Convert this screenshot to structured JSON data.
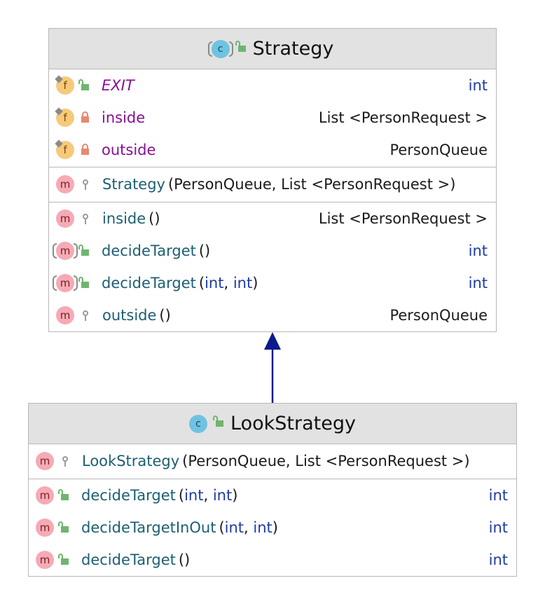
{
  "strategy": {
    "title": "Strategy",
    "fields": [
      {
        "name": "EXIT",
        "type": "int"
      },
      {
        "name": "inside",
        "type": "List <PersonRequest >"
      },
      {
        "name": "outside",
        "type": "PersonQueue"
      }
    ],
    "constructor": {
      "name": "Strategy",
      "params": "(PersonQueue, List <PersonRequest >)"
    },
    "methods": [
      {
        "name": "inside",
        "params": "()",
        "type": "List <PersonRequest >"
      },
      {
        "name": "decideTarget",
        "params": "()",
        "type": "int"
      },
      {
        "name": "decideTarget",
        "params_open": "(",
        "p1": "int",
        "sep": ", ",
        "p2": "int",
        "params_close": ")",
        "type": "int"
      },
      {
        "name": "outside",
        "params": "()",
        "type": "PersonQueue"
      }
    ]
  },
  "look_strategy": {
    "title": "LookStrategy",
    "constructor": {
      "name": "LookStrategy",
      "params": "(PersonQueue, List <PersonRequest >)"
    },
    "methods": [
      {
        "name": "decideTarget",
        "params_open": "(",
        "p1": "int",
        "sep": ", ",
        "p2": "int",
        "params_close": ")",
        "type": "int"
      },
      {
        "name": "decideTargetInOut",
        "params_open": "(",
        "p1": "int",
        "sep": ", ",
        "p2": "int",
        "params_close": ")",
        "type": "int"
      },
      {
        "name": "decideTarget",
        "params": "()",
        "type": "int"
      }
    ]
  },
  "icons": {
    "class": "c",
    "method": "m",
    "field": "f"
  },
  "colors": {
    "method_name": "#1d5e73",
    "field_name": "#871094",
    "primitive": "#1f3ba5",
    "arrow": "#0a1a8c",
    "header_bg": "#e2e2e2"
  }
}
